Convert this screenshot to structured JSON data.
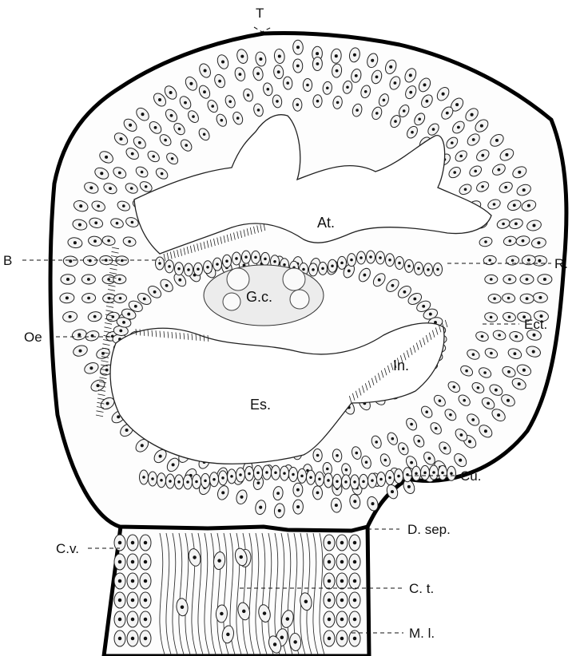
{
  "figure": {
    "labels": {
      "T": "T",
      "B": "B",
      "Oe": "Oe",
      "R": "R.",
      "Ect": "Ect.",
      "Cu": "Cu.",
      "D_sep": "D. sep.",
      "C_v": "C.v.",
      "C_t": "C. t.",
      "M_l": "M. l."
    },
    "inner_labels": {
      "At": "At.",
      "Gc": "G.c.",
      "In": "In.",
      "Es": "Es."
    }
  }
}
